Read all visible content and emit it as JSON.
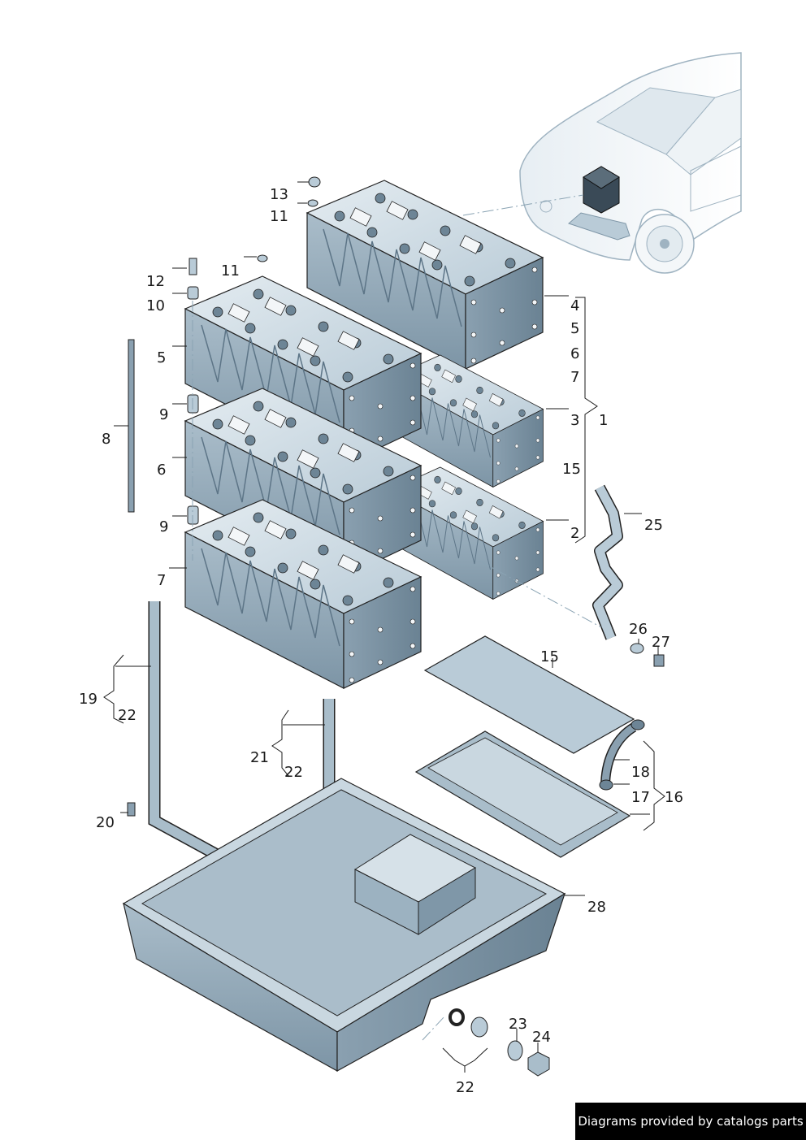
{
  "labels": {
    "l1": "1",
    "l2": "2",
    "l3": "3",
    "l4": "4",
    "l5a": "5",
    "l5b": "5",
    "l6a": "6",
    "l6b": "6",
    "l7a": "7",
    "l7b": "7",
    "l8": "8",
    "l9a": "9",
    "l9b": "9",
    "l10": "10",
    "l11a": "11",
    "l11b": "11",
    "l12": "12",
    "l13": "13",
    "l15a": "15",
    "l15b": "15",
    "l16": "16",
    "l17": "17",
    "l18": "18",
    "l19": "19",
    "l20": "20",
    "l21": "21",
    "l22a": "22",
    "l22b": "22",
    "l22c": "22",
    "l23": "23",
    "l24": "24",
    "l25": "25",
    "l26": "26",
    "l27": "27",
    "l28": "28"
  },
  "footer": {
    "credit": "Diagrams provided by catalogs parts"
  },
  "colors": {
    "part_fill": "#c3d2dc",
    "part_dark": "#7f97a8",
    "part_light": "#dde6ec",
    "outline": "#222222"
  }
}
